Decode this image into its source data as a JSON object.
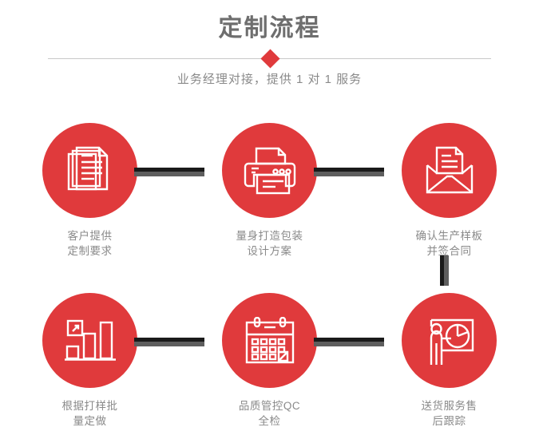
{
  "header": {
    "title": "定制流程",
    "subtitle": "业务经理对接，提供 1 对 1 服务",
    "divider_icon": "diamond-marker",
    "title_color": "#6e6e6e",
    "subtitle_color": "#8a8a8a",
    "accent_color": "#e03a3c",
    "divider_color": "#c9c9c9"
  },
  "flow": {
    "connector_dark_color": "#1a1a1a",
    "connector_gray_color": "#5e5e5e",
    "circle_color": "#e03a3c",
    "steps": [
      {
        "index": "1",
        "icon": "documents-stack-icon",
        "label": "客户提供\n定制要求"
      },
      {
        "index": "2",
        "icon": "printer-icon",
        "label": "量身打造包装\n设计方案"
      },
      {
        "index": "3",
        "icon": "envelope-document-icon",
        "label": "确认生产样板\n并签合同"
      },
      {
        "index": "4",
        "icon": "bar-chart-growth-icon",
        "label": "根据打样批\n量定做"
      },
      {
        "index": "5",
        "icon": "calendar-icon",
        "label": "品质管控QC\n全检"
      },
      {
        "index": "6",
        "icon": "presenter-pie-chart-icon",
        "label": "送货服务售\n后跟踪"
      }
    ],
    "connectors": [
      {
        "name": "connector-step1-step2",
        "orientation": "horizontal"
      },
      {
        "name": "connector-step2-step3",
        "orientation": "horizontal"
      },
      {
        "name": "connector-step3-step6",
        "orientation": "vertical"
      },
      {
        "name": "connector-step4-step5",
        "orientation": "horizontal"
      },
      {
        "name": "connector-step5-step6",
        "orientation": "horizontal"
      }
    ]
  }
}
